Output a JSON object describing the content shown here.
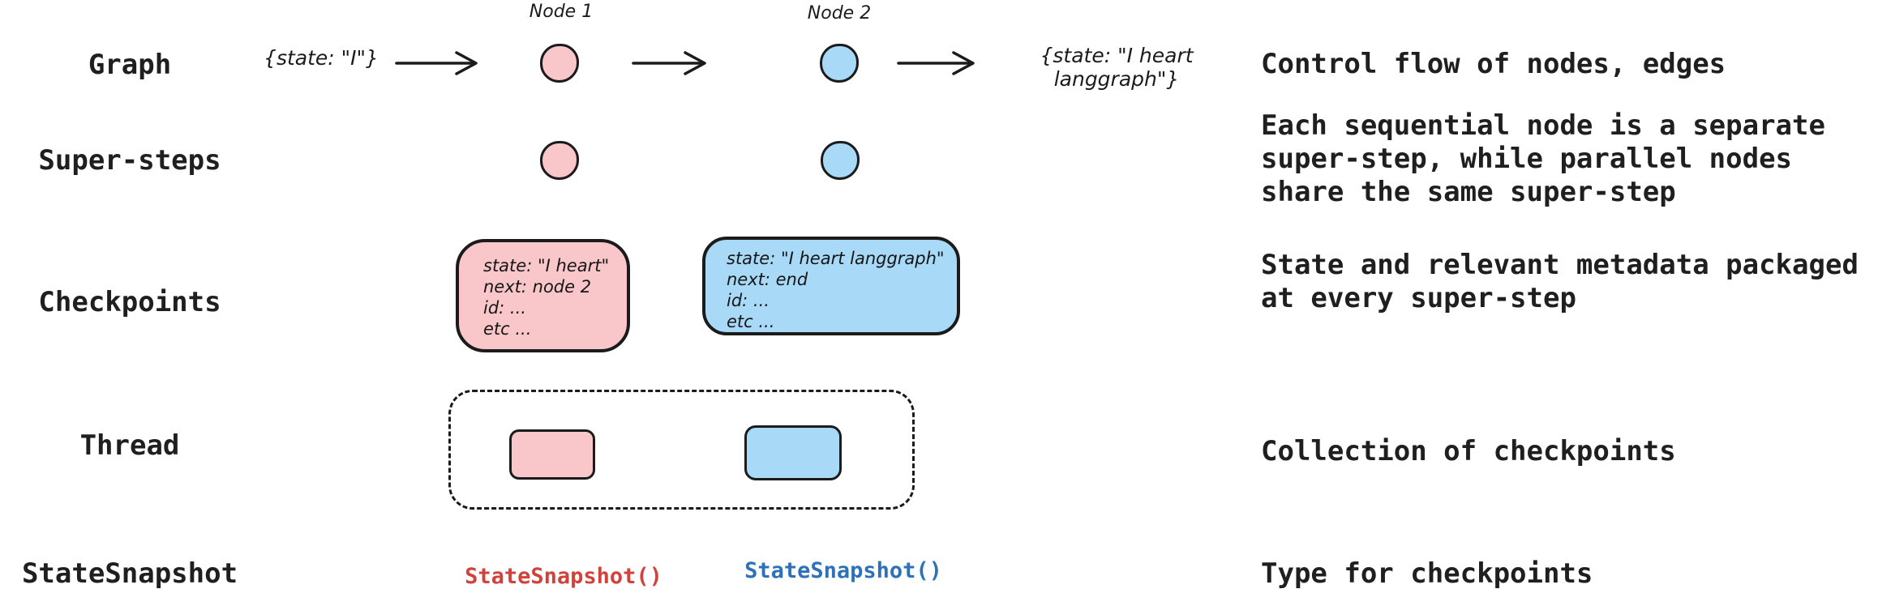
{
  "rows": [
    {
      "label": "Graph",
      "description": "Control flow of nodes, edges"
    },
    {
      "label": "Super-steps",
      "description": "Each sequential node is a separate\nsuper-step, while parallel nodes\nshare the same super-step"
    },
    {
      "label": "Checkpoints",
      "description": "State and relevant metadata packaged\nat every super-step"
    },
    {
      "label": "Thread",
      "description": "Collection of checkpoints"
    },
    {
      "label": "StateSnapshot",
      "description": "Type for checkpoints"
    }
  ],
  "graph_row": {
    "input_state": "{state: \"I\"}",
    "node1_label": "Node 1",
    "node2_label": "Node 2",
    "output_state": "{state: \"I heart langgraph\"}"
  },
  "checkpoints_row": {
    "pink_checkpoint": "state: \"I heart\"\nnext: node 2\nid: ...\netc ...",
    "blue_checkpoint": "state: \"I heart langgraph\"\nnext: end\nid: ...\netc ..."
  },
  "statesnapshot_row": {
    "pink_call": "StateSnapshot()",
    "blue_call": "StateSnapshot()"
  },
  "colors": {
    "node_pink_fill": "#f9c7ca",
    "node_blue_fill": "#a8d9f7",
    "stroke": "#1b1b1b",
    "statesnapshot_red": "#d2423c",
    "statesnapshot_blue": "#2d72b8"
  }
}
